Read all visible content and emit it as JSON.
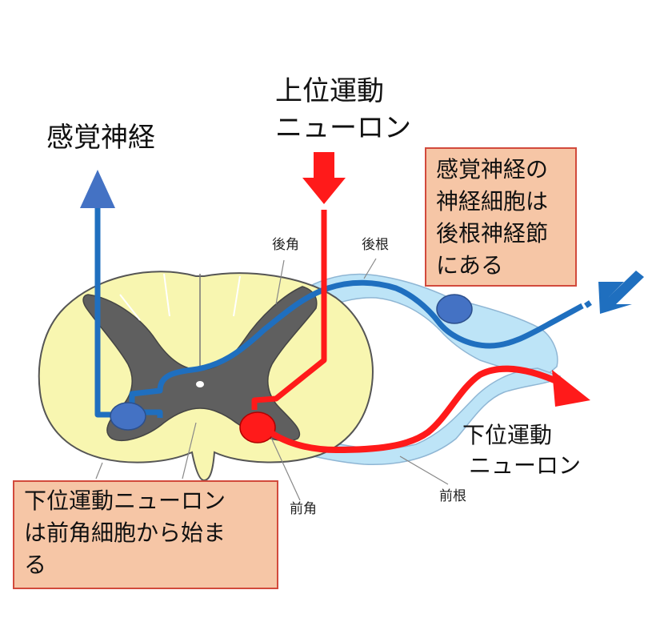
{
  "labels": {
    "sensory_nerve": "感覚神経",
    "upper_motor_line1": "上位運動",
    "upper_motor_line2": "ニューロン",
    "lower_motor_line1": "下位運動",
    "lower_motor_line2": "ニューロン",
    "dorsal_horn": "後角",
    "dorsal_root": "後根",
    "ventral_horn": "前角",
    "ventral_root": "前根"
  },
  "notes": {
    "sensory": [
      "感覚神経の",
      "神経細胞は",
      "後根神経節",
      "にある"
    ],
    "lower_motor": [
      "下位運動ニューロン",
      "は前角細胞から始ま",
      "る"
    ]
  },
  "colors": {
    "sensory_path": "#1f6fbf",
    "sensory_arrow": "#4472c4",
    "motor_path": "#ff1a1a",
    "white_matter": "#f8f6b0",
    "gray_matter": "#5f5f5f",
    "nerve_root": "#bde4f7",
    "note_fill": "#f6c6a6",
    "note_border": "#d24a3c"
  }
}
